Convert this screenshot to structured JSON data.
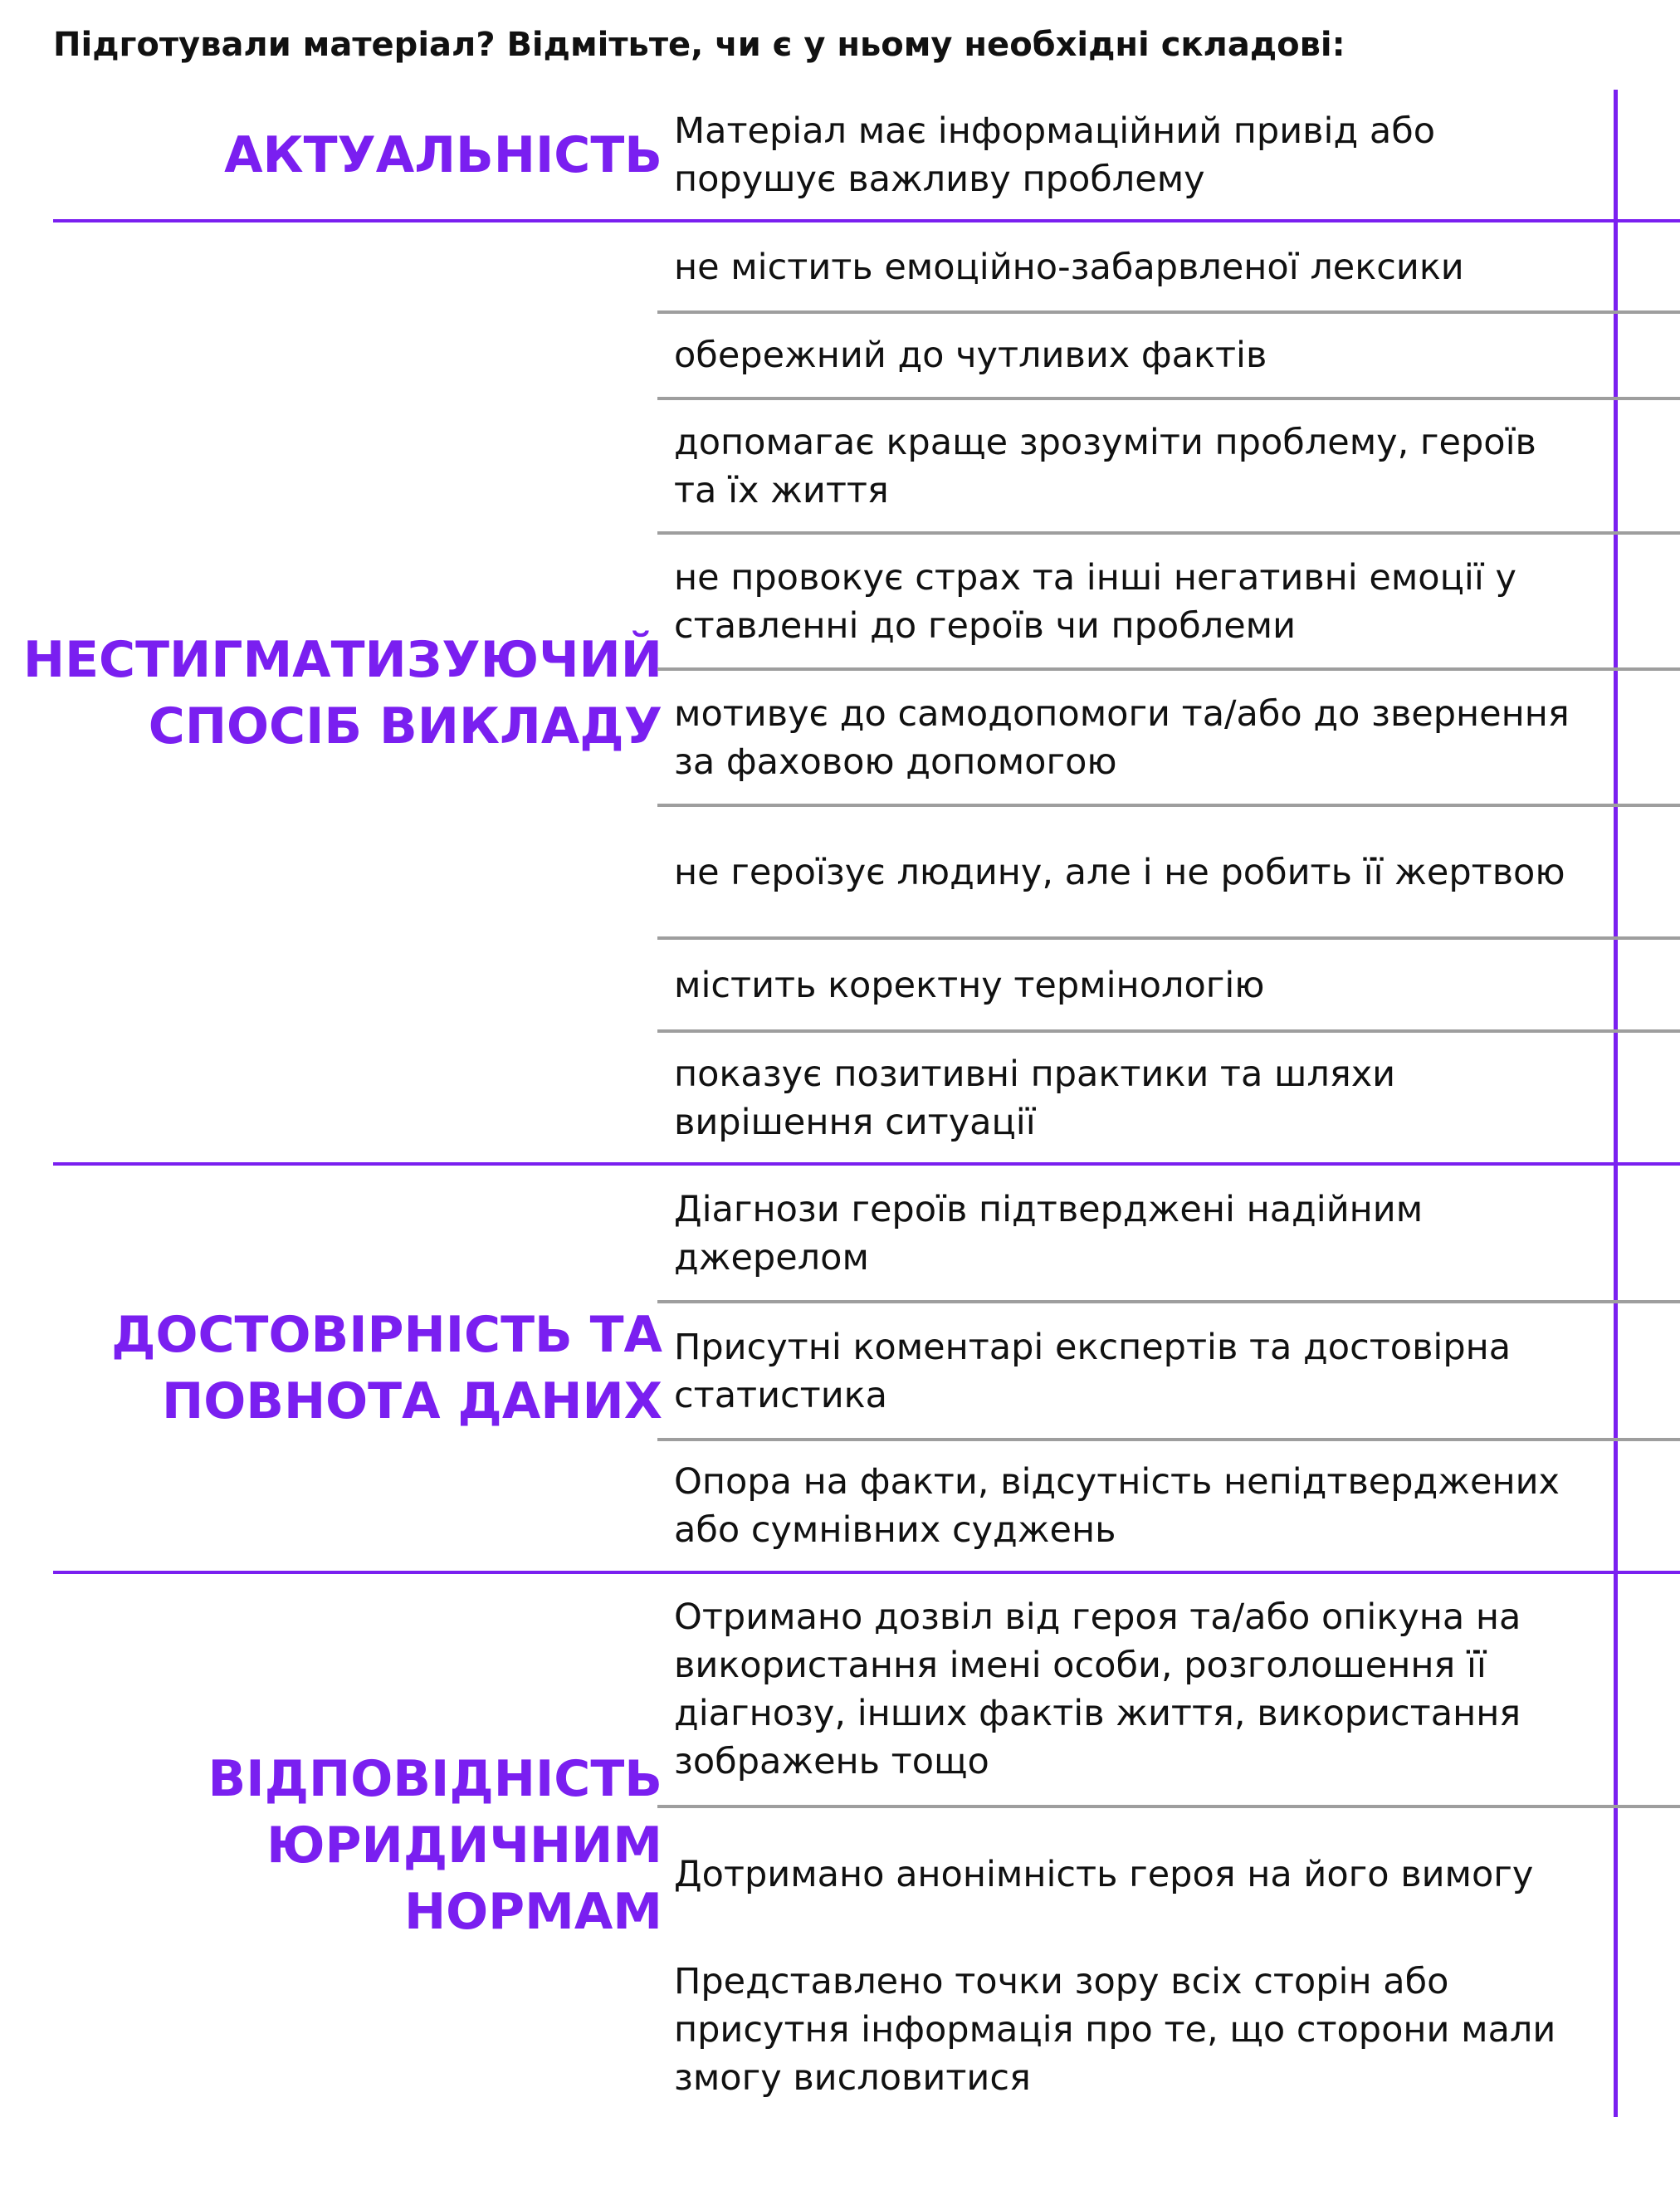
{
  "intro": "Підготували матеріал? Відмітьте, чи є у ньому необхідні складові:",
  "accent_color": "#7a1ff0",
  "sections": [
    {
      "title": "АКТУАЛЬНІСТЬ",
      "items": [
        "Матеріал має інформаційний привід або порушує важливу проблему"
      ]
    },
    {
      "title": "НЕСТИГМАТИЗУЮЧИЙ СПОСІБ ВИКЛАДУ",
      "items": [
        "не містить емоційно-забарвленої лексики",
        "обережний до чутливих фактів",
        "допомагає краще зрозуміти проблему, героїв та їх життя",
        "не провокує страх та інші негативні емоції у ставленні до героїв чи проблеми",
        "мотивує до самодопомоги та/або до звернення за фаховою допомогою",
        "не героїзує людину, але і не робить її жертвою",
        "містить коректну термінологію",
        "показує позитивні практики та шляхи вирішення ситуації"
      ]
    },
    {
      "title": "ДОСТОВІРНІСТЬ ТА ПОВНОТА ДАНИХ",
      "items": [
        "Діагнози героїв підтверджені надійним джерелом",
        "Присутні коментарі експертів та достовірна статистика",
        "Опора на факти, відсутність непідтверджених або сумнівних суджень"
      ]
    },
    {
      "title": "ВІДПОВІДНІСТЬ ЮРИДИЧНИМ НОРМАМ",
      "items": [
        "Отримано дозвіл від героя та/або опікуна на використання імені особи, розголошення її діагнозу, інших фактів життя, використання зображень тощо",
        "Дотримано анонімність героя на його вимогу",
        "Представлено точки зору всіх сторін або присутня інформація про те, що сторони мали змогу висловитися"
      ]
    }
  ]
}
